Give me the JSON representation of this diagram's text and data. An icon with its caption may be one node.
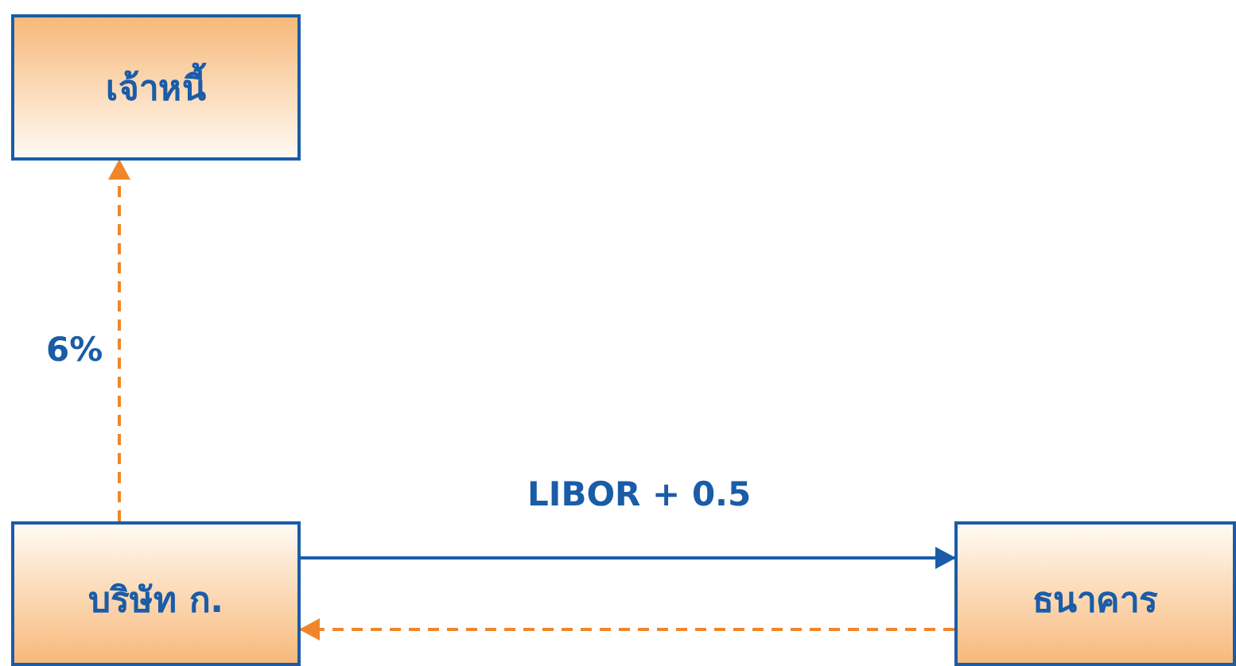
{
  "diagram": {
    "nodes": [
      {
        "text": [
          "เจ้าหนี้"
        ]
      },
      {
        "text": [
          "บริษัท ก."
        ]
      },
      {
        "text": [
          "ธนาคาร"
        ]
      }
    ],
    "edges": [
      {
        "from": 1,
        "to": 0,
        "arrow": "to",
        "style": "dashed",
        "label": "6%"
      },
      {
        "from": 1,
        "to": 2,
        "arrow": "to",
        "color": "#1a5ca8",
        "label": "LIBOR + 0.5"
      },
      {
        "from": 2,
        "to": 1,
        "arrow": "to",
        "style": "dashed"
      }
    ]
  }
}
